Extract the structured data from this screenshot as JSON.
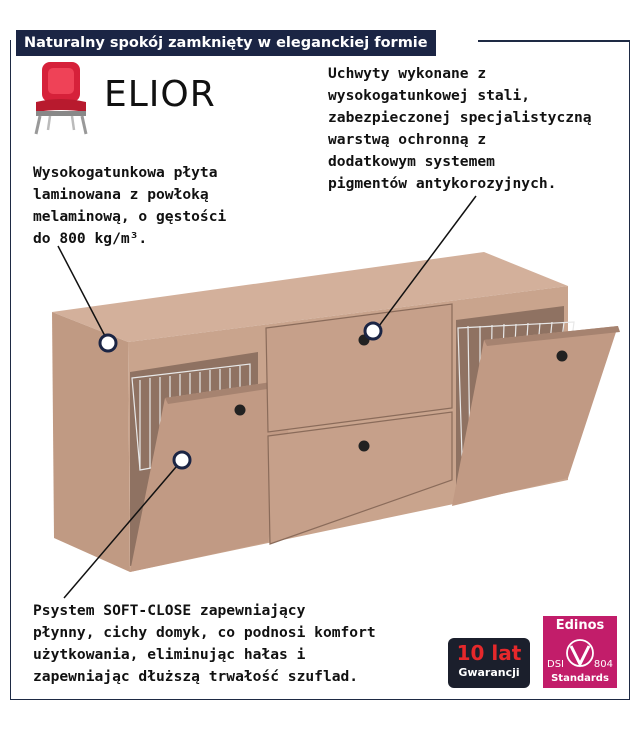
{
  "header": {
    "title": "Naturalny spokój zamknięty w eleganckiej formie"
  },
  "brand": {
    "name": "ELIOR",
    "icon": "chair-icon"
  },
  "callouts": {
    "handles": "Uchwyty wykonane z\nwysokogatunkowej stali,\nzabezpieczonej specjalistyczną\nwarstwą ochronną z\ndodatkowym systemem\npigmentów antykorozyjnych.",
    "board": "Wysokogatunkowa płyta\nlaminowana z powłoką\nmelaminową, o gęstości\ndo 800 kg/m³.",
    "soft_close": "Psystem SOFT-CLOSE zapewniający\npłynny, cichy domyk, co podnosi komfort\nużytkowania, eliminując hałas i\nzapewniając dłuższą trwałość szuflad."
  },
  "badges": {
    "warranty": {
      "main": "10 lat",
      "sub": "Gwarancji"
    },
    "edinos": {
      "top": "Edinos",
      "left": "DSI",
      "right": "804",
      "bottom": "Standards"
    }
  },
  "colors": {
    "navy": "#1b2544",
    "cabinet": "#c9a48d",
    "accent_red": "#e6282b",
    "edinos_magenta": "#c21d6a"
  }
}
